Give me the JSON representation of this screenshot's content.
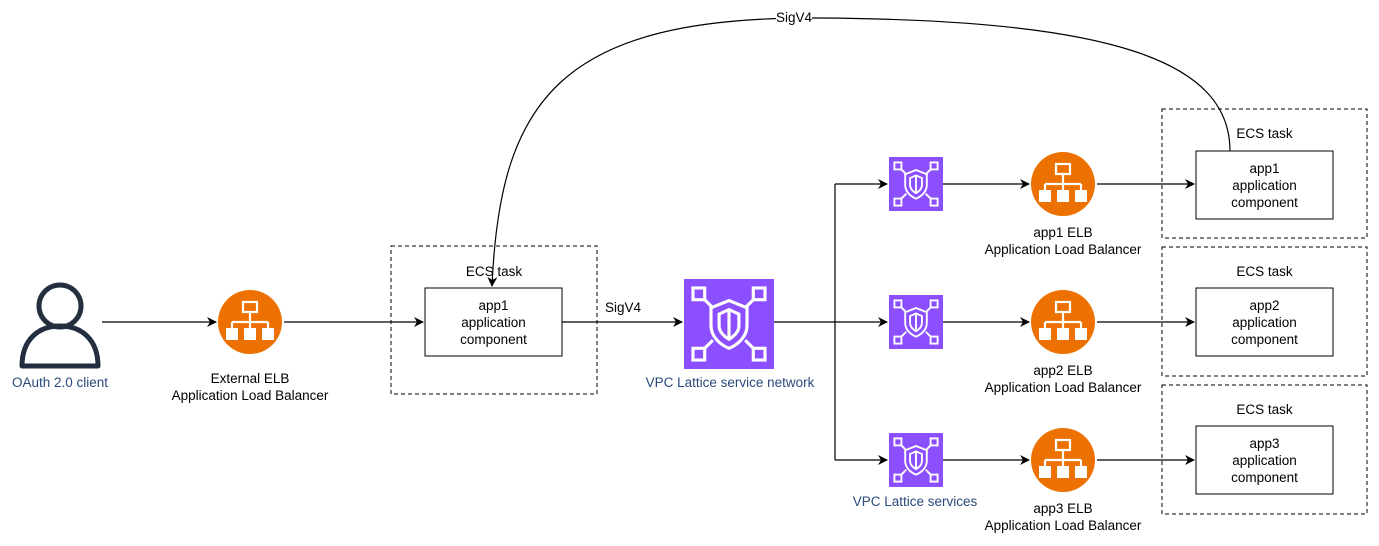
{
  "colors": {
    "elb_orange": "#ED7100",
    "lattice_purple": "#8C4FFF",
    "client_dark": "#232F3E",
    "label_blue": "#2a4a7a",
    "line": "#000000"
  },
  "client": {
    "label": "OAuth 2.0 client",
    "icon": "user-icon"
  },
  "external_elb": {
    "line1": "External ELB",
    "line2": "Application Load Balancer",
    "icon": "load-balancer-icon"
  },
  "gateway_task": {
    "title": "ECS task",
    "component": {
      "line1": "app1",
      "line2": "application",
      "line3": "component"
    }
  },
  "sig_label_mid": "SigV4",
  "sig_label_top": "SigV4",
  "service_network": {
    "label": "VPC Lattice service network",
    "icon": "vpc-lattice-shield-icon"
  },
  "services_label": "VPC Lattice services",
  "apps": [
    {
      "elb_line1": "app1 ELB",
      "elb_line2": "Application Load Balancer",
      "task_title": "ECS task",
      "comp_line1": "app1",
      "comp_line2": "application",
      "comp_line3": "component"
    },
    {
      "elb_line1": "app2 ELB",
      "elb_line2": "Application Load Balancer",
      "task_title": "ECS task",
      "comp_line1": "app2",
      "comp_line2": "application",
      "comp_line3": "component"
    },
    {
      "elb_line1": "app3 ELB",
      "elb_line2": "Application Load Balancer",
      "task_title": "ECS task",
      "comp_line1": "app3",
      "comp_line2": "application",
      "comp_line3": "component"
    }
  ]
}
